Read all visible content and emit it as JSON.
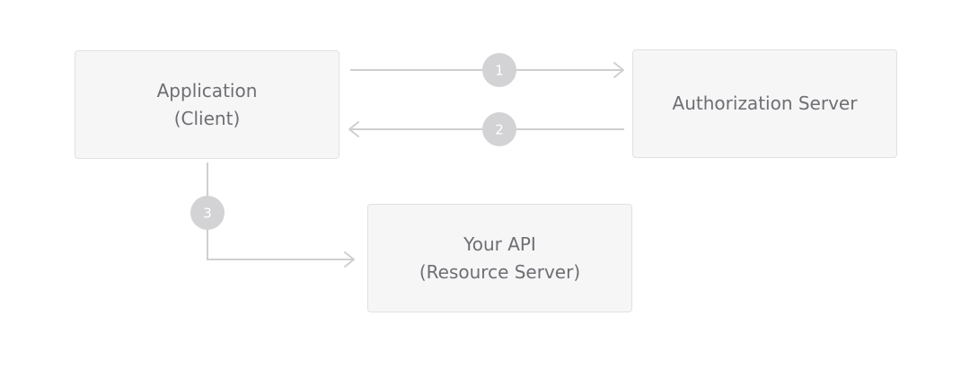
{
  "nodes": {
    "client": {
      "line1": "Application",
      "line2": "(Client)"
    },
    "auth_server": {
      "line1": "Authorization Server"
    },
    "api": {
      "line1": "Your API",
      "line2": "(Resource Server)"
    }
  },
  "steps": [
    {
      "number": "1",
      "from": "client",
      "to": "auth_server"
    },
    {
      "number": "2",
      "from": "auth_server",
      "to": "client"
    },
    {
      "number": "3",
      "from": "client",
      "to": "api"
    }
  ],
  "colors": {
    "node_fill": "#f6f6f7",
    "node_border": "#e1e1e4",
    "edge": "#cfcfd2",
    "step_badge": "#d3d3d6",
    "text": "#6e6e73"
  }
}
